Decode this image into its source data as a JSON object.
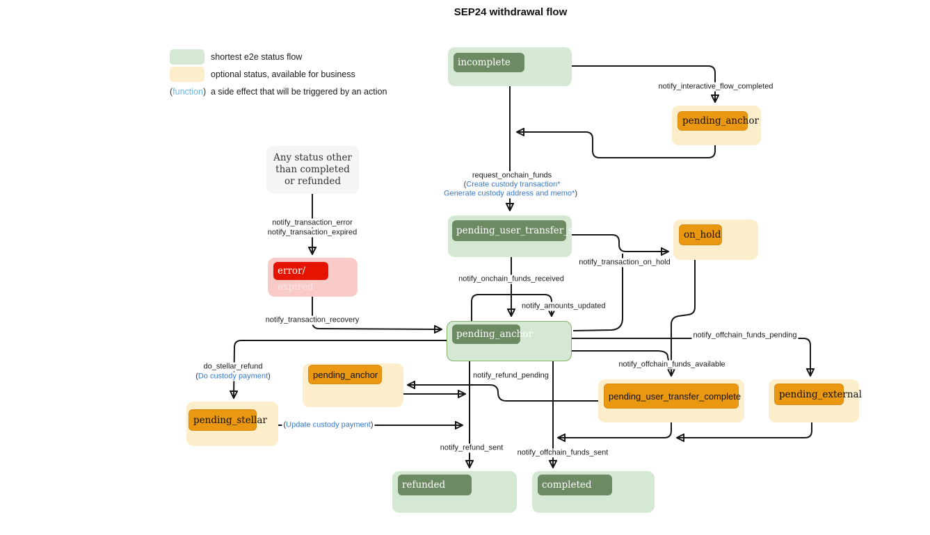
{
  "title": "SEP24 withdrawal flow",
  "legend": {
    "green_label": "shortest e2e status flow",
    "yellow_label": "optional status, available for business",
    "function_token": {
      "pre": "(",
      "text": "function",
      "post": ")"
    },
    "function_label": "a side effect that will be triggered by an action"
  },
  "nodes": {
    "incomplete": "incomplete",
    "pending_anchor_top": "pending_anchor",
    "any_status": "Any status other than completed or refunded",
    "pending_user_transfer_start": "pending_user_transfer_start",
    "on_hold": "on_hold",
    "error_line1": "error/",
    "error_line2": "expired",
    "pending_anchor_center": "pending_anchor",
    "pending_anchor_left": "pending_anchor",
    "pending_stellar": "pending_stellar",
    "pending_user_transfer_complete": "pending_user_transfer_complete",
    "pending_external": "pending_external",
    "refunded": "refunded",
    "completed": "completed"
  },
  "labels": {
    "notify_interactive_flow_completed": "notify_interactive_flow_completed",
    "request_onchain_funds": "request_onchain_funds",
    "create_custody": {
      "pre": "(",
      "text": "Create custody transaction*",
      "post": ""
    },
    "generate_custody": {
      "pre": "",
      "text": "Generate custody address and memo*",
      "post": ")"
    },
    "notify_transaction_error": "notify_transaction_error",
    "notify_transaction_expired": "notify_transaction_expired",
    "notify_transaction_recovery": "notify_transaction_recovery",
    "notify_onchain_funds_received": "notify_onchain_funds_received",
    "notify_amounts_updated": "notify_amounts_updated",
    "notify_transaction_on_hold": "notify_transaction_on_hold",
    "notify_offchain_funds_pending": "notify_offchain_funds_pending",
    "notify_offchain_funds_available": "notify_offchain_funds_available",
    "notify_refund_pending": "notify_refund_pending",
    "do_stellar_refund": "do_stellar_refund",
    "do_custody": {
      "pre": "(",
      "text": "Do custody payment",
      "post": ")"
    },
    "update_custody": {
      "pre": "(",
      "text": "Update custody payment",
      "post": ")"
    },
    "notify_refund_sent": "notify_refund_sent",
    "notify_offchain_funds_sent": "notify_offchain_funds_sent"
  },
  "colors": {
    "green_outer": "#d5e8d4",
    "green_inner": "#6d8b63",
    "green_border": "#82b366",
    "yellow_outer": "#fdeecb",
    "orange_inner": "#ea9712",
    "red_outer": "#f8cbc8",
    "red_inner": "#e51400",
    "gray_box": "#f5f5f5",
    "line": "#161616",
    "blue_label": "#3579cb",
    "legend_blue": "#6cb5e9"
  }
}
